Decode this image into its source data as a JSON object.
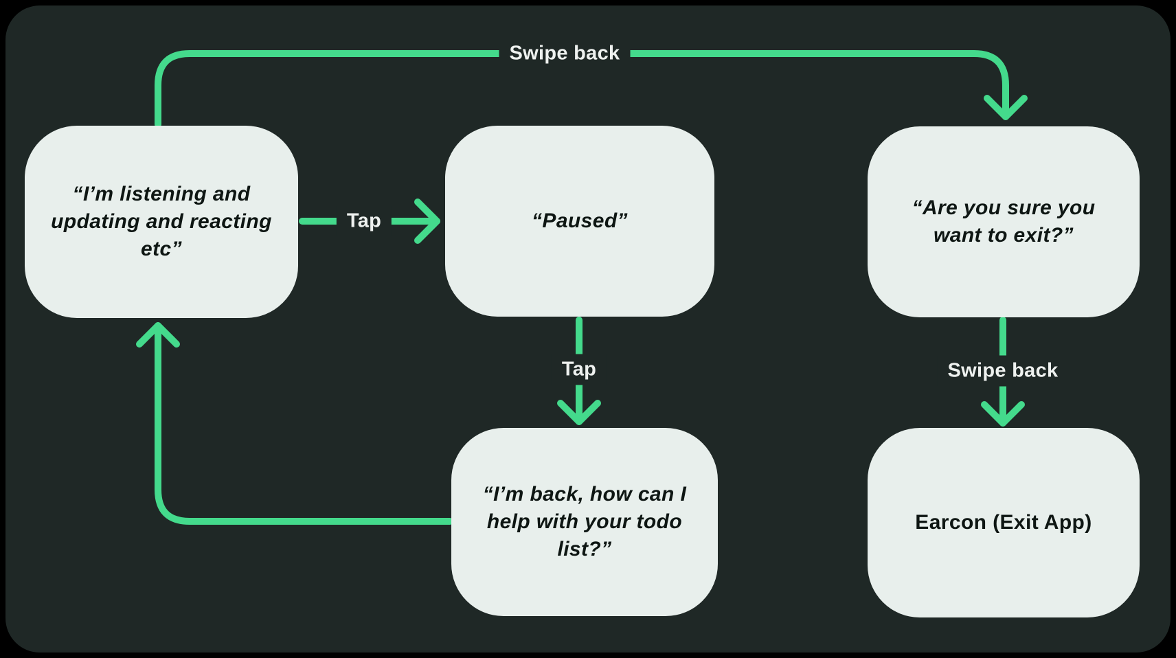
{
  "theme": {
    "outer_bg": "#000000",
    "surface": "#1f2826",
    "node_fill": "#e8efec",
    "node_text": "#0e1613",
    "label_text": "#eef1ef",
    "accent_green": "#44da8c"
  },
  "nodes": {
    "listening": {
      "text": "“I’m listening and\nupdating and reacting\netc”"
    },
    "paused": {
      "text": "“Paused”"
    },
    "exit_confirm": {
      "text": "“Are you sure you\nwant to exit?”"
    },
    "back": {
      "text": "“I’m back, how can I\nhelp with your todo\nlist?”"
    },
    "earcon": {
      "text": "Earcon (Exit App)"
    }
  },
  "labels": {
    "swipe_back_top": "Swipe back",
    "tap_pause": "Tap",
    "tap_resume": "Tap",
    "swipe_back_exit": "Swipe back"
  }
}
